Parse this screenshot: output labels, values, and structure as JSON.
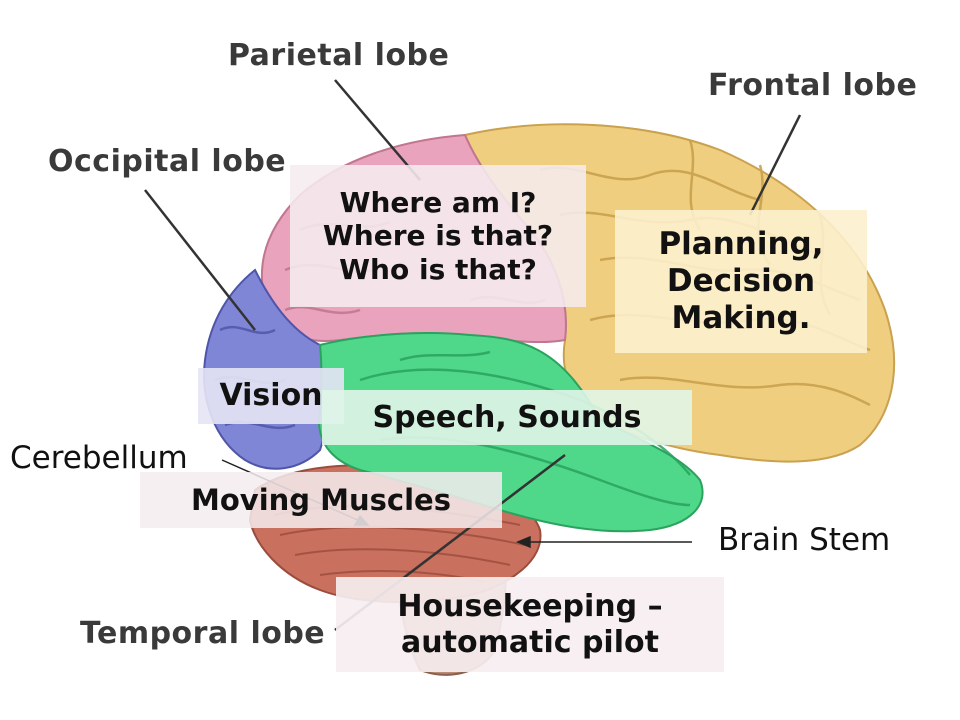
{
  "lobe_labels": {
    "parietal": "Parietal lobe",
    "frontal": "Frontal lobe",
    "occipital": "Occipital lobe",
    "temporal": "Temporal lobe"
  },
  "region_labels": {
    "cerebellum": "Cerebellum",
    "brain_stem": "Brain Stem"
  },
  "function_boxes": {
    "parietal": [
      "Where am I?",
      "Where is that?",
      "Who is that?"
    ],
    "frontal": [
      "Planning,",
      "Decision",
      "Making."
    ],
    "occipital": "Vision",
    "temporal": "Speech, Sounds",
    "cerebellum": "Moving Muscles",
    "brain_stem": [
      "Housekeeping –",
      "automatic pilot"
    ]
  },
  "colors": {
    "frontal": "#efcf7f",
    "parietal": "#e9a3bd",
    "occipital": "#7f86d6",
    "temporal": "#4fd88a",
    "cerebellum": "#c9705f",
    "brain_stem": "#b98a74",
    "label_box": "#f5ecef"
  }
}
